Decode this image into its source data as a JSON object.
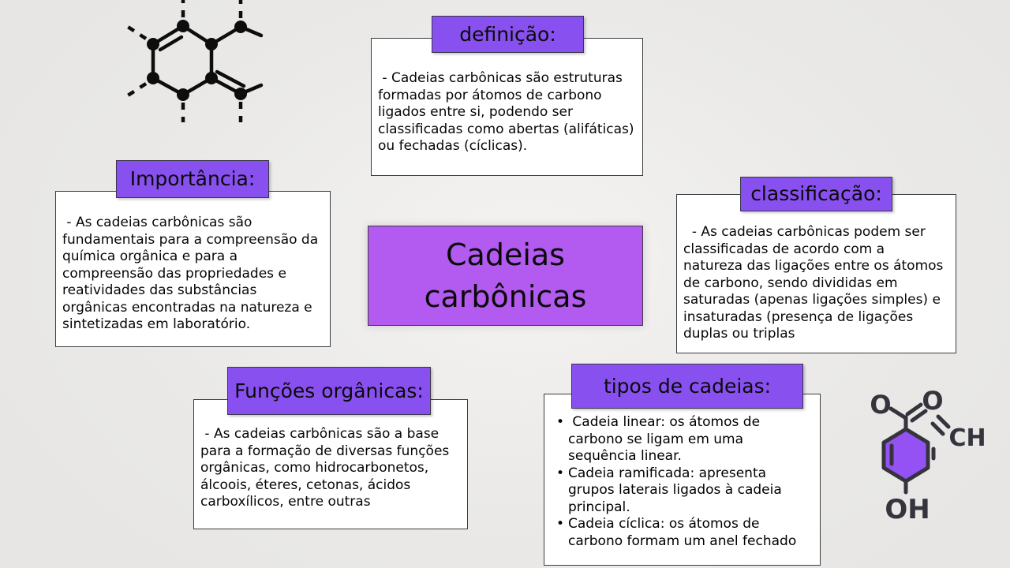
{
  "page": {
    "title": "Cadeias carbônicas — mapa mental"
  },
  "colors": {
    "background": "#eae9e7",
    "node_header_fill": "#8850ef",
    "center_fill": "#b35af0",
    "card_fill": "#ffffff",
    "border": "#3c3c3c",
    "icon_hex_fill": "#9452f5",
    "icon_stroke": "#35343c"
  },
  "center": {
    "title": "Cadeias carbônicas"
  },
  "nodes": {
    "definicao": {
      "label": "definição:",
      "body": " - Cadeias carbônicas são estruturas formadas por átomos de carbono ligados entre si, podendo ser classificadas como abertas (alifáticas) ou fechadas (cíclicas)."
    },
    "importancia": {
      "label": "Importância:",
      "body": " - As cadeias carbônicas são fundamentais para a compreensão da química orgânica e para a compreensão das propriedades e reatividades das substâncias orgânicas encontradas na natureza e sintetizadas em laboratório."
    },
    "classificacao": {
      "label": "classificação:",
      "body": "  - As cadeias carbônicas podem ser classificadas de acordo com a natureza das ligações entre os átomos de carbono, sendo divididas em saturadas (apenas ligações simples) e insaturadas (presença de ligações duplas ou triplas"
    },
    "funcoes": {
      "label": "Funções orgânicas:",
      "body": " - As cadeias carbônicas são a base para a formação de diversas funções orgânicas, como hidrocarbonetos, álcoois, éteres, cetonas, ácidos carboxílicos, entre outras"
    },
    "tipos": {
      "label": "tipos de cadeias:",
      "bullet_char": "•",
      "bullets": [
        " Cadeia linear: os átomos de carbono se ligam em uma sequência linear.",
        "Cadeia ramificada: apresenta grupos laterais ligados à cadeia principal.",
        "Cadeia cíclica: os átomos de carbono formam um anel fechado"
      ]
    }
  },
  "molecule_icon": {
    "o_left": "O",
    "o_right": "O",
    "ch": "CH",
    "oh": "OH"
  }
}
